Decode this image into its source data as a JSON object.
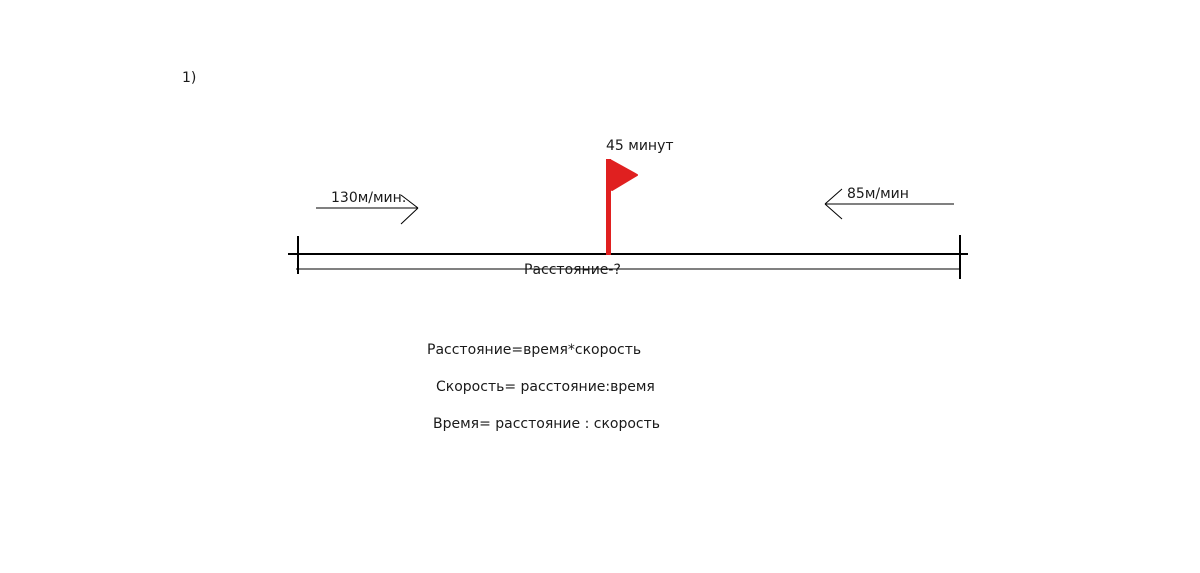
{
  "problem": {
    "number": "1)"
  },
  "diagram": {
    "flag_label": "45 минут",
    "left_speed": "130м/мин.",
    "right_speed": "85м/мин",
    "distance_label": "Расстояние-?",
    "flag_color": "#e02020",
    "line_color": "#000000"
  },
  "formulas": {
    "distance": "Расстояние=время*скорость",
    "speed": "Скорость= расстояние:время",
    "time": "Время= расстояние : скорость"
  }
}
